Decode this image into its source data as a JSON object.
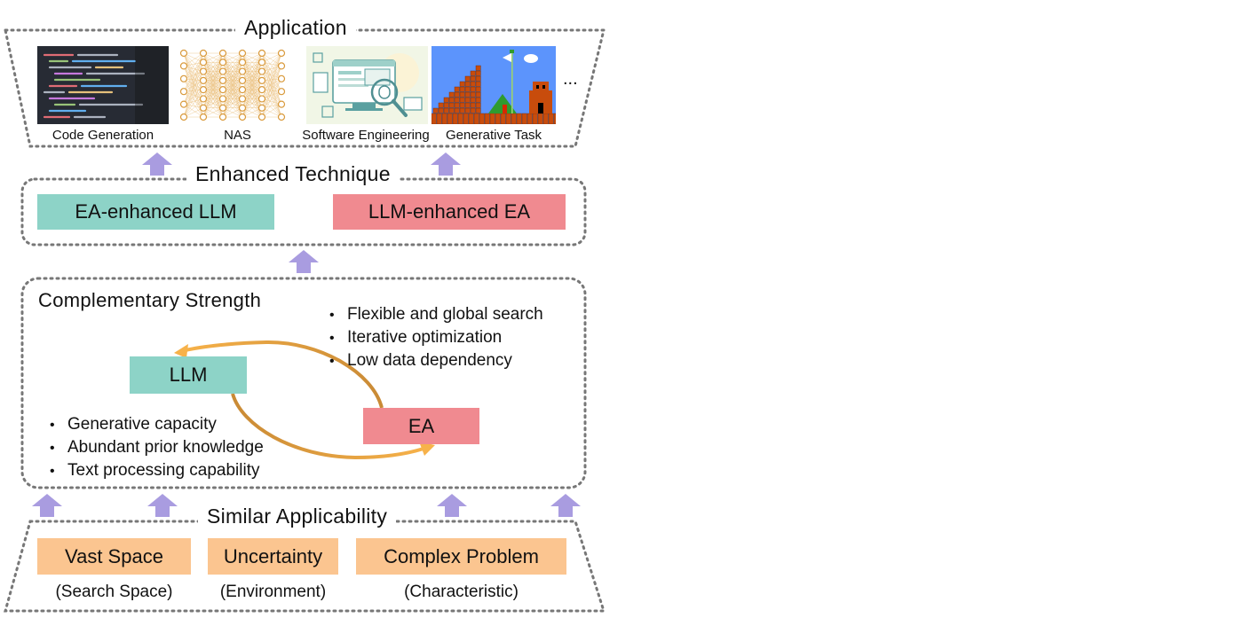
{
  "application": {
    "title": "Application",
    "items": [
      {
        "label": "Code Generation",
        "icon": "code-screen-thumbnail"
      },
      {
        "label": "NAS",
        "icon": "neural-network-thumbnail"
      },
      {
        "label": "Software Engineering",
        "icon": "software-engineering-thumbnail"
      },
      {
        "label": "Generative Task",
        "icon": "platformer-game-thumbnail"
      }
    ],
    "more": "..."
  },
  "enhanced_technique": {
    "title": "Enhanced Technique",
    "left": "EA-enhanced LLM",
    "right": "LLM-enhanced EA"
  },
  "complementary_strength": {
    "title": "Complementary Strength",
    "llm": "LLM",
    "ea": "EA",
    "ea_bullets": [
      "Flexible and global search",
      "Iterative optimization",
      "Low data dependency"
    ],
    "llm_bullets": [
      "Generative capacity",
      "Abundant prior knowledge",
      "Text processing capability"
    ]
  },
  "similar_applicability": {
    "title": "Similar Applicability",
    "items": [
      {
        "label": "Vast Space",
        "sub": "(Search Space)"
      },
      {
        "label": "Uncertainty",
        "sub": "(Environment)"
      },
      {
        "label": "Complex Problem",
        "sub": "(Characteristic)"
      }
    ]
  },
  "colors": {
    "teal": "#8dd3c7",
    "pink": "#f08a90",
    "orange": "#fbc590",
    "arrow": "#a99ce0",
    "cycle": "#e9a447"
  }
}
